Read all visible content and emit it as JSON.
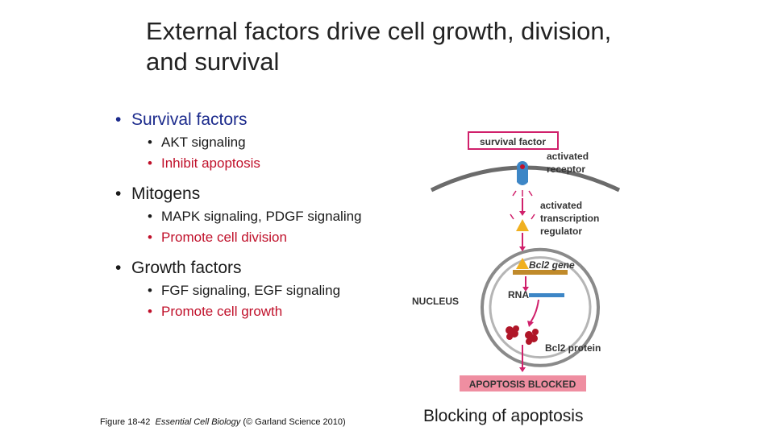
{
  "title": "External factors drive cell growth, division, and survival",
  "bullets": [
    {
      "heading": "Survival factors",
      "items": [
        "AKT signaling",
        "Inhibit apoptosis"
      ]
    },
    {
      "heading": "Mitogens",
      "items": [
        "MAPK signaling, PDGF signaling",
        "Promote cell division"
      ]
    },
    {
      "heading": "Growth factors",
      "items": [
        "FGF signaling, EGF signaling",
        "Promote cell growth"
      ]
    }
  ],
  "diagram": {
    "survival_factor": "survival factor",
    "activated_receptor_1": "activated",
    "activated_receptor_2": "receptor",
    "regulator_1": "activated",
    "regulator_2": "transcription",
    "regulator_3": "regulator",
    "gene": "Bcl2 gene",
    "rna": "RNA",
    "nucleus": "NUCLEUS",
    "protein": "Bcl2 protein",
    "blocked": "APOPTOSIS BLOCKED"
  },
  "caption": {
    "prefix": "Figure 18-42",
    "book": "Essential Cell Biology",
    "suffix": "(© Garland Science 2010)"
  },
  "blocking_label": "Blocking of apoptosis",
  "colors": {
    "accent_red": "#c0102a",
    "heading_blue": "#1b2a8c",
    "diagram_magenta": "#d0206b",
    "receptor_blue": "#3d86c6",
    "membrane_gray": "#6b6b6b",
    "blocked_pink": "#ef8ea1"
  }
}
